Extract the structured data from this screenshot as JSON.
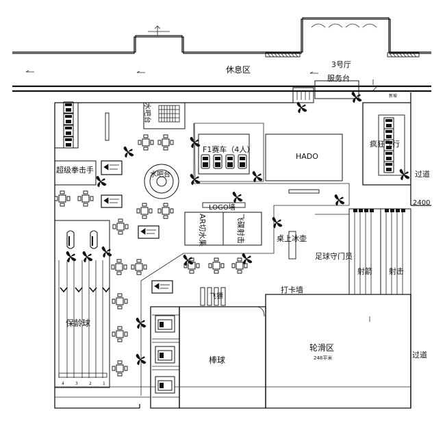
{
  "plan": {
    "labels": {
      "rest_area": "休息区",
      "hall": "3号厅",
      "service_desk": "服务台",
      "small_note": "新坡",
      "boxing": "超级拳击手",
      "water_table": "水吧台",
      "f1": "F1赛车（4人）",
      "hado": "HADO",
      "crazy_drive": "疯狂飞行",
      "logo_wall": "LOGO墙",
      "ar_fruit": "AR切水果",
      "flying_shoot": "飞碟射击",
      "table_hockey": "桌上冰壶",
      "goalkeeper": "足球守门员",
      "archery": "射箭",
      "shooting": "射击",
      "checkin_wall": "打卡墙",
      "darts": "飞镖",
      "bowling": "保龄球",
      "baseball": "棒球",
      "skating": "轮滑区",
      "skating_area": "248平米",
      "passage_right": "过道",
      "passage_bottom": "过道",
      "dimension": "2400",
      "lane_numbers": [
        "4",
        "3",
        "2",
        "1"
      ]
    }
  }
}
